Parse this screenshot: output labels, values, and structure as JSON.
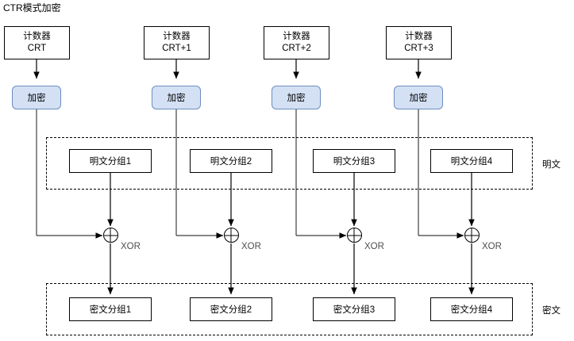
{
  "diagram": {
    "title": "CTR模式加密",
    "counters": [
      {
        "line1": "计数器",
        "line2": "CRT"
      },
      {
        "line1": "计数器",
        "line2": "CRT+1"
      },
      {
        "line1": "计数器",
        "line2": "CRT+2"
      },
      {
        "line1": "计数器",
        "line2": "CRT+3"
      }
    ],
    "encrypt_boxes": [
      {
        "label": "加密"
      },
      {
        "label": "加密"
      },
      {
        "label": "加密"
      },
      {
        "label": "加密"
      }
    ],
    "plaintext_group": {
      "label": "明文",
      "blocks": [
        {
          "label": "明文分组1"
        },
        {
          "label": "明文分组2"
        },
        {
          "label": "明文分组3"
        },
        {
          "label": "明文分组4"
        }
      ]
    },
    "ciphertext_group": {
      "label": "密文",
      "blocks": [
        {
          "label": "密文分组1"
        },
        {
          "label": "密文分组2"
        },
        {
          "label": "密文分组3"
        },
        {
          "label": "密文分组4"
        }
      ]
    },
    "xor_nodes": [
      {
        "label": "XOR"
      },
      {
        "label": "XOR"
      },
      {
        "label": "XOR"
      },
      {
        "label": "XOR"
      }
    ],
    "colors": {
      "encrypt_fill": "#d4e1f5",
      "encrypt_border": "#6c8ebf",
      "line": "#000000",
      "xor_label": "#4d4d4d",
      "background": "#ffffff"
    }
  }
}
